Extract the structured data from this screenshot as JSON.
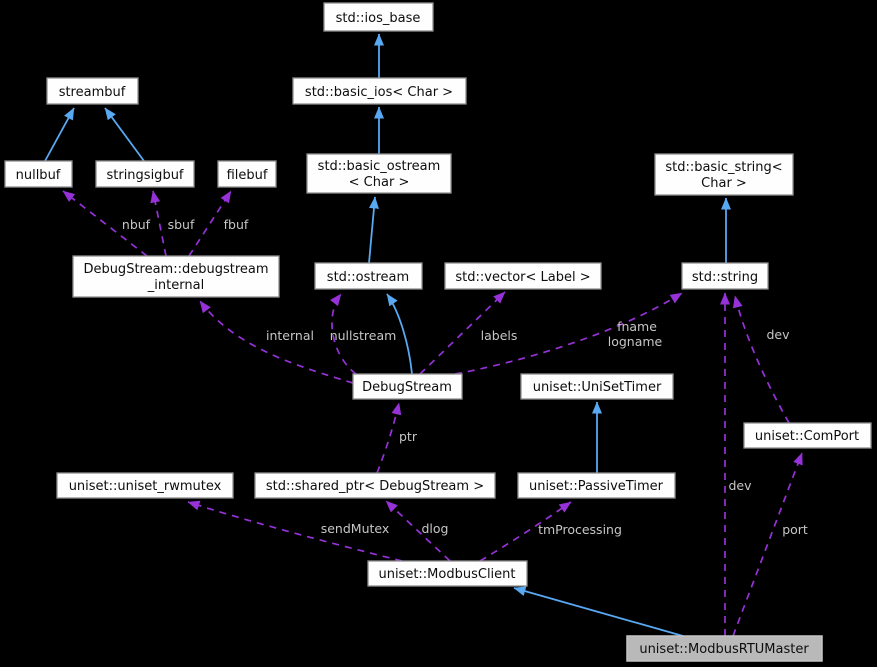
{
  "diagram": {
    "type": "doxygen-collaboration-diagram",
    "highlighted_node": "uniset::ModbusRTUMaster",
    "colors": {
      "background": "#000000",
      "node_fill": "#fefefe",
      "node_border": "#8f8f8f",
      "highlight_fill": "#b9b9b9",
      "inheritance_arrow": "#58a8f2",
      "usage_arrow": "#9632d8",
      "edge_label_text": "#c6c6c6",
      "node_text": "#0d0d0d"
    },
    "nodes": [
      {
        "id": "ios-base",
        "label": "std::ios_base"
      },
      {
        "id": "basic-ios",
        "label": "std::basic_ios< Char >"
      },
      {
        "id": "basic-ostream",
        "label": "std::basic_ostream",
        "label2": "< Char >"
      },
      {
        "id": "streambuf",
        "label": "streambuf"
      },
      {
        "id": "nullbuf",
        "label": "nullbuf"
      },
      {
        "id": "stringsigbuf",
        "label": "stringsigbuf"
      },
      {
        "id": "filebuf",
        "label": "filebuf"
      },
      {
        "id": "debugstream-internal",
        "label": "DebugStream::debugstream",
        "label2": "_internal"
      },
      {
        "id": "ostream",
        "label": "std::ostream"
      },
      {
        "id": "vector-label",
        "label": "std::vector< Label >"
      },
      {
        "id": "basic-string",
        "label": "std::basic_string<",
        "label2": "Char >"
      },
      {
        "id": "string",
        "label": "std::string"
      },
      {
        "id": "debugstream",
        "label": "DebugStream"
      },
      {
        "id": "unisettimer",
        "label": "uniset::UniSetTimer"
      },
      {
        "id": "comport",
        "label": "uniset::ComPort"
      },
      {
        "id": "rwmutex",
        "label": "uniset::uniset_rwmutex"
      },
      {
        "id": "sharedptr",
        "label": "std::shared_ptr< DebugStream >"
      },
      {
        "id": "passivetimer",
        "label": "uniset::PassiveTimer"
      },
      {
        "id": "modbusclient",
        "label": "uniset::ModbusClient"
      },
      {
        "id": "modbusrtumaster",
        "label": "uniset::ModbusRTUMaster",
        "highlighted": true
      }
    ],
    "edge_labels": {
      "nbuf": "nbuf",
      "sbuf": "sbuf",
      "fbuf": "fbuf",
      "internal": "internal",
      "nullstream": "nullstream",
      "labels": "labels",
      "fname": "fname",
      "logname": "logname",
      "dev_top": "dev",
      "dev_mid": "dev",
      "ptr": "ptr",
      "sendMutex": "sendMutex",
      "dlog": "dlog",
      "tmProcessing": "tmProcessing",
      "port": "port"
    },
    "edges": [
      {
        "from": "std::basic_ios< Char >",
        "to": "std::ios_base",
        "type": "inheritance"
      },
      {
        "from": "std::basic_ostream< Char >",
        "to": "std::basic_ios< Char >",
        "type": "inheritance"
      },
      {
        "from": "std::ostream",
        "to": "std::basic_ostream< Char >",
        "type": "inheritance"
      },
      {
        "from": "nullbuf",
        "to": "streambuf",
        "type": "inheritance"
      },
      {
        "from": "stringsigbuf",
        "to": "streambuf",
        "type": "inheritance"
      },
      {
        "from": "DebugStream",
        "to": "std::ostream",
        "type": "inheritance"
      },
      {
        "from": "std::string",
        "to": "std::basic_string< Char >",
        "type": "inheritance"
      },
      {
        "from": "uniset::PassiveTimer",
        "to": "uniset::UniSetTimer",
        "type": "inheritance"
      },
      {
        "from": "uniset::ModbusRTUMaster",
        "to": "uniset::ModbusClient",
        "type": "inheritance"
      },
      {
        "from": "DebugStream::debugstream_internal",
        "to": "nullbuf",
        "type": "usage",
        "label": "nbuf"
      },
      {
        "from": "DebugStream::debugstream_internal",
        "to": "stringsigbuf",
        "type": "usage",
        "label": "sbuf"
      },
      {
        "from": "DebugStream::debugstream_internal",
        "to": "filebuf",
        "type": "usage",
        "label": "fbuf"
      },
      {
        "from": "DebugStream",
        "to": "DebugStream::debugstream_internal",
        "type": "usage",
        "label": "internal"
      },
      {
        "from": "DebugStream",
        "to": "std::ostream",
        "type": "usage",
        "label": "nullstream"
      },
      {
        "from": "DebugStream",
        "to": "std::vector< Label >",
        "type": "usage",
        "label": "labels"
      },
      {
        "from": "DebugStream",
        "to": "std::string",
        "type": "usage",
        "label": "fname logname"
      },
      {
        "from": "std::shared_ptr< DebugStream >",
        "to": "DebugStream",
        "type": "usage",
        "label": "ptr"
      },
      {
        "from": "uniset::ModbusClient",
        "to": "uniset::uniset_rwmutex",
        "type": "usage",
        "label": "sendMutex"
      },
      {
        "from": "uniset::ModbusClient",
        "to": "std::shared_ptr< DebugStream >",
        "type": "usage",
        "label": "dlog"
      },
      {
        "from": "uniset::ModbusClient",
        "to": "uniset::PassiveTimer",
        "type": "usage",
        "label": "tmProcessing"
      },
      {
        "from": "uniset::ModbusRTUMaster",
        "to": "std::string",
        "type": "usage",
        "label": "dev"
      },
      {
        "from": "uniset::ComPort",
        "to": "std::string",
        "type": "usage",
        "label": "dev"
      },
      {
        "from": "uniset::ModbusRTUMaster",
        "to": "uniset::ComPort",
        "type": "usage",
        "label": "port"
      }
    ]
  }
}
